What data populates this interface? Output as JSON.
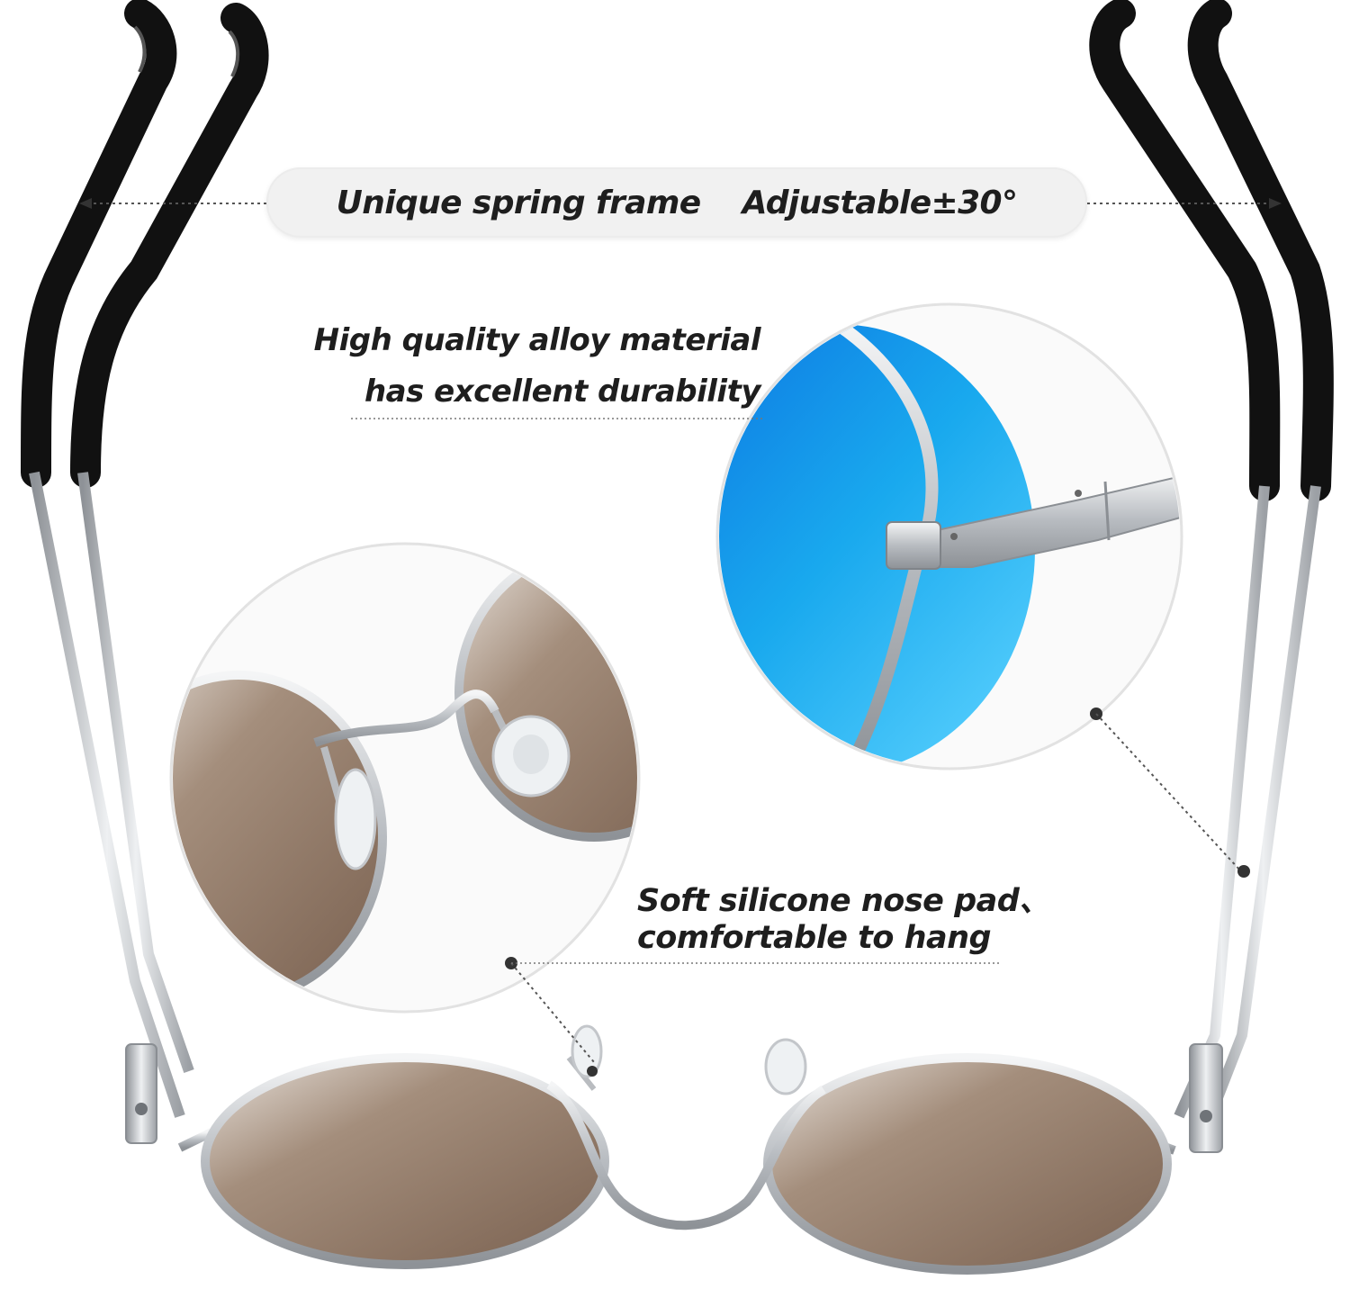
{
  "banner": {
    "spring_frame": "Unique spring frame",
    "adjustable": "Adjustable±30°"
  },
  "callouts": {
    "alloy_line1": "High quality alloy material",
    "alloy_line2": "has excellent durability",
    "nose_line1": "Soft silicone nose pad、",
    "nose_line2": "comfortable to hang"
  },
  "colors": {
    "lens_brown": "#8a7260",
    "lens_blue": "#1aa8e8",
    "frame_silver": "#c9ccd0",
    "temple_tip_black": "#121212",
    "background": "#ffffff"
  }
}
